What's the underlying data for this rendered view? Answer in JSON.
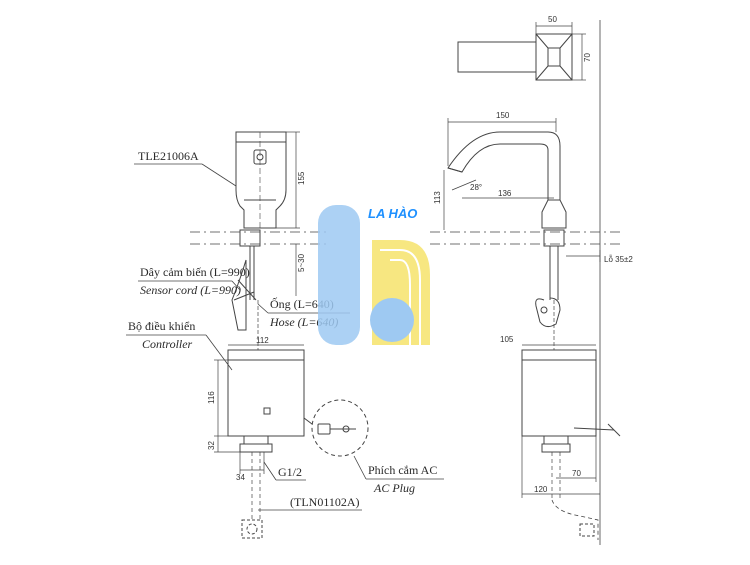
{
  "brand": {
    "logo_text": "LA HÀO",
    "colors": {
      "blue": "#1e90ff",
      "light_blue": "#9ec9f2",
      "yellow": "#f6e36b"
    }
  },
  "labels": {
    "model": "TLE21006A",
    "sensor_vi": "Dây cảm biến (L=990)",
    "sensor_en": "Sensor cord (L=990)",
    "hose_vi": "Ống (L=640)",
    "hose_en": "Hose (L=640)",
    "controller_vi": "Bộ điều khiển",
    "controller_en": "Controller",
    "thread": "G1/2",
    "plug_vi": "Phích cắm AC",
    "plug_en": "AC Plug",
    "part": "(TLN01102A)",
    "hole": "Lỗ 35±2"
  },
  "dimensions": {
    "d50": "50",
    "d70": "70",
    "d150": "150",
    "d155": "155",
    "d113": "113",
    "d136": "136",
    "angle": "28°",
    "d530": "5~30",
    "d112": "112",
    "d116": "116",
    "d32": "32",
    "d34": "34",
    "d105": "105",
    "d70b": "70",
    "d120": "120"
  }
}
